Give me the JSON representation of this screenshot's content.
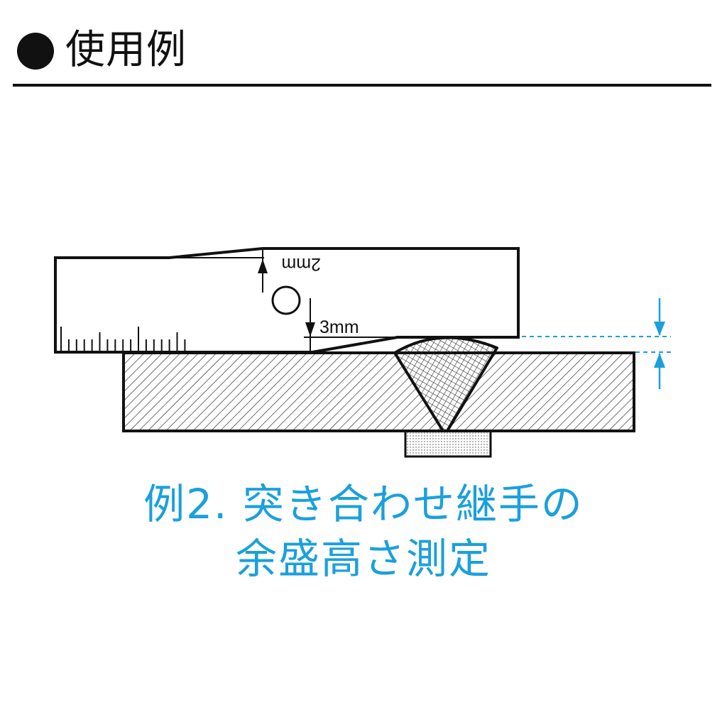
{
  "header": {
    "title": "使用例"
  },
  "gauge": {
    "label_2mm": "2mm",
    "label_3mm": "3mm",
    "scale_ticks": 17
  },
  "caption": {
    "line1": "例2. 突き合わせ継手の",
    "line2": "余盛高さ測定"
  },
  "colors": {
    "ink": "#111111",
    "accent": "#1aa0dc",
    "background": "#ffffff"
  }
}
